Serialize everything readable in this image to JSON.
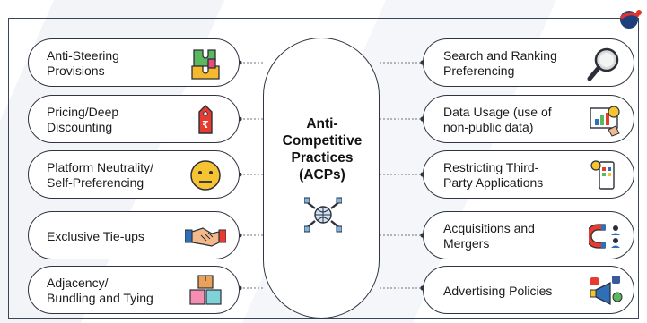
{
  "center": {
    "title": "Anti-\nCompetitive\nPractices\n(ACPs)",
    "icon": "hands-globe-icon"
  },
  "left_items": [
    {
      "label": "Anti-Steering\nProvisions",
      "icon": "puzzle-pieces-icon"
    },
    {
      "label": "Pricing/Deep\nDiscounting",
      "icon": "rupee-price-tag-icon"
    },
    {
      "label": "Platform Neutrality/\nSelf-Preferencing",
      "icon": "neutral-face-icon"
    },
    {
      "label": "Exclusive Tie-ups",
      "icon": "handshake-icon"
    },
    {
      "label": "Adjacency/\nBundling and Tying",
      "icon": "stacked-boxes-icon"
    }
  ],
  "right_items": [
    {
      "label": "Search and Ranking\nPreferencing",
      "icon": "magnifier-icon"
    },
    {
      "label": "Data Usage (use of\nnon-public data)",
      "icon": "data-analytics-icon"
    },
    {
      "label": "Restricting Third-\nParty Applications",
      "icon": "mobile-apps-icon"
    },
    {
      "label": "Acquisitions and\nMergers",
      "icon": "magnet-people-icon"
    },
    {
      "label": "Advertising Policies",
      "icon": "megaphone-social-icon"
    }
  ],
  "colors": {
    "outline": "#2f3440",
    "connector": "#8a8f99",
    "accent_red": "#e63b2e",
    "accent_blue": "#2f6fb7",
    "accent_yellow": "#f6c431"
  }
}
